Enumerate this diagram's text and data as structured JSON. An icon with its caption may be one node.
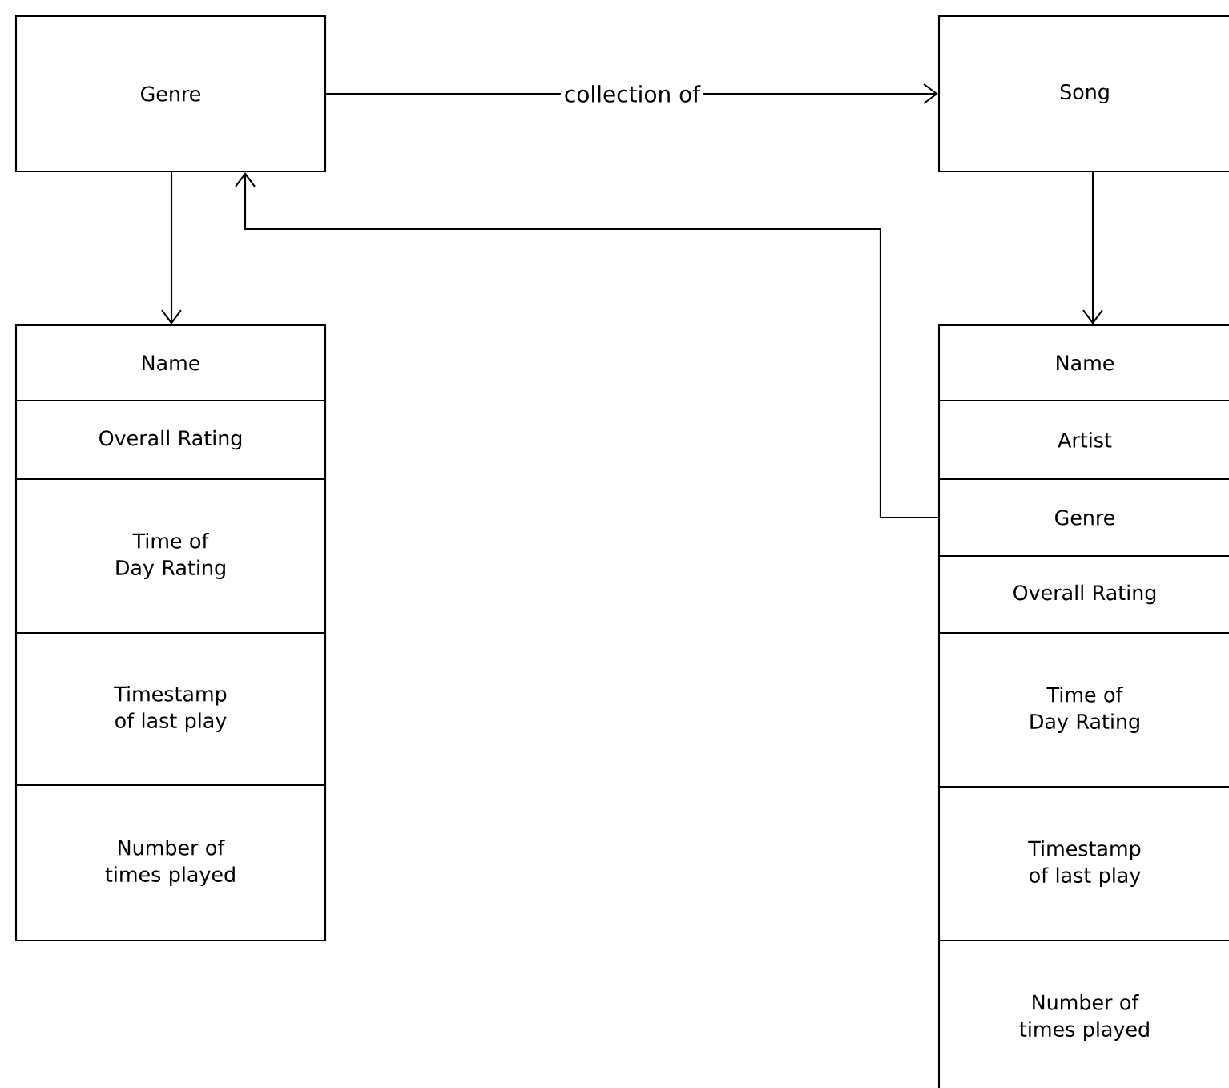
{
  "diagram": {
    "nodes": [
      {
        "text": [
          "Genre"
        ]
      },
      {
        "text": [
          "Song"
        ]
      },
      {
        "text": [
          "Name"
        ]
      },
      {
        "text": [
          "Overall Rating"
        ]
      },
      {
        "text": [
          "Time of Day Rating"
        ]
      },
      {
        "text": [
          "Timestamp of last play"
        ]
      },
      {
        "text": [
          "Number of times played"
        ]
      },
      {
        "text": [
          "Name"
        ]
      },
      {
        "text": [
          "Artist"
        ]
      },
      {
        "text": [
          "Genre"
        ]
      },
      {
        "text": [
          "Overall Rating"
        ]
      },
      {
        "text": [
          "Time of Day Rating"
        ]
      },
      {
        "text": [
          "Timestamp of last play"
        ]
      },
      {
        "text": [
          "Number of times played"
        ]
      }
    ],
    "edges": [
      {
        "from": 0,
        "to": 1,
        "arrow": "to",
        "label": "collection of"
      },
      {
        "from": 0,
        "to": 2,
        "arrow": "to"
      },
      {
        "from": 1,
        "to": 7,
        "arrow": "to"
      },
      {
        "from": 9,
        "to": 0,
        "arrow": "to"
      }
    ]
  }
}
